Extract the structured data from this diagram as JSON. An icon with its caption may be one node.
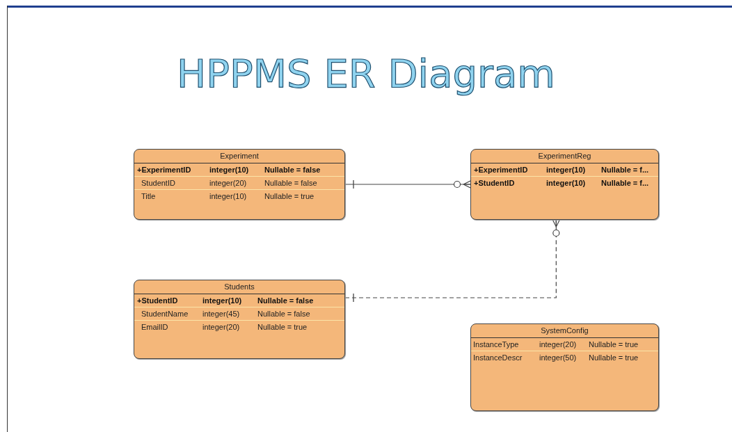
{
  "diagram": {
    "title": "HPPMS ER Diagram",
    "nodes": [
      {
        "text": [
          "Experiment",
          "+ExperimentID",
          "integer(10)",
          "Nullable = false",
          "StudentID",
          "integer(20)",
          "Nullable = false",
          "Title",
          "integer(10)",
          "Nullable = true"
        ]
      },
      {
        "text": [
          "ExperimentReg",
          "+ExperimentID",
          "integer(10)",
          "Nullable = f...",
          "+StudentID",
          "integer(10)",
          "Nullable = f..."
        ]
      },
      {
        "text": [
          "Students",
          "+StudentID",
          "integer(10)",
          "Nullable = false",
          "StudentName",
          "integer(45)",
          "Nullable = false",
          "EmailID",
          "integer(20)",
          "Nullable = true"
        ]
      },
      {
        "text": [
          "SystemConfig",
          "InstanceType",
          "integer(20)",
          "Nullable = true",
          "InstanceDescr",
          "integer(50)",
          "Nullable = true"
        ]
      }
    ],
    "edges": [
      {
        "from": 0,
        "to": 1,
        "arrow": "other"
      },
      {
        "from": 2,
        "to": 1,
        "arrow": "other",
        "style": "dashed"
      }
    ]
  }
}
